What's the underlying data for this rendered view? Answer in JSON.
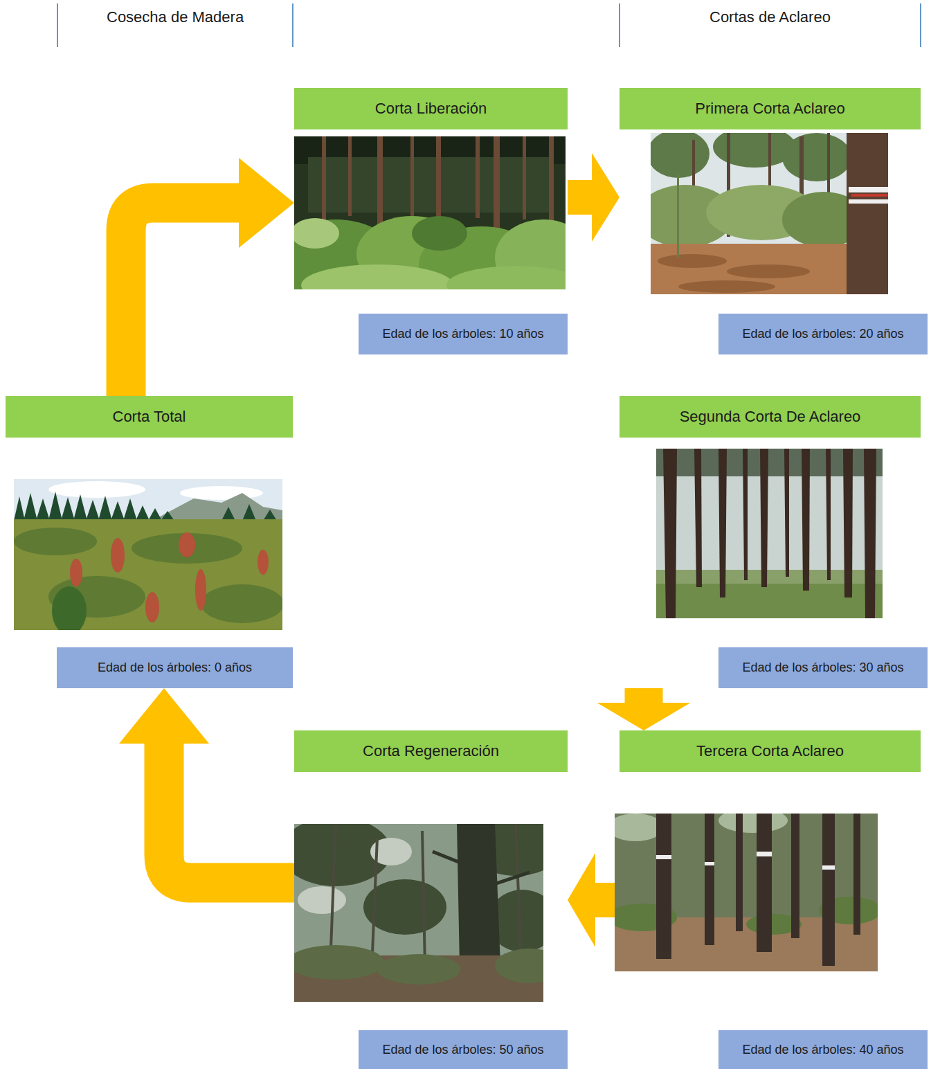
{
  "diagram": {
    "nodes": [
      {
        "text": [
          "Corta Liberación",
          "Edad de los árboles: 10 años"
        ]
      },
      {
        "text": [
          "Primera Corta Aclareo",
          "Edad de los árboles: 20 años"
        ]
      },
      {
        "text": [
          "Corta Total",
          "Edad de los árboles: 0 años"
        ]
      },
      {
        "text": [
          "Segunda Corta De Aclareo",
          "Edad de los árboles: 30 años"
        ]
      },
      {
        "text": [
          "Corta Regeneración",
          "Edad de los árboles: 50 años"
        ]
      },
      {
        "text": [
          "Tercera Corta Aclareo",
          "Edad de los árboles: 40 años"
        ]
      }
    ],
    "edges": [
      {
        "from": 0,
        "to": 1,
        "arrow": "to"
      },
      {
        "from": 3,
        "to": 5,
        "arrow": "to"
      },
      {
        "from": 5,
        "to": 4,
        "arrow": "to"
      },
      {
        "from": 4,
        "to": 2,
        "arrow": "to"
      },
      {
        "from": 2,
        "to": 0,
        "arrow": "to"
      }
    ],
    "labels": [
      "Cosecha de Madera",
      "Cortas de Aclareo"
    ]
  }
}
